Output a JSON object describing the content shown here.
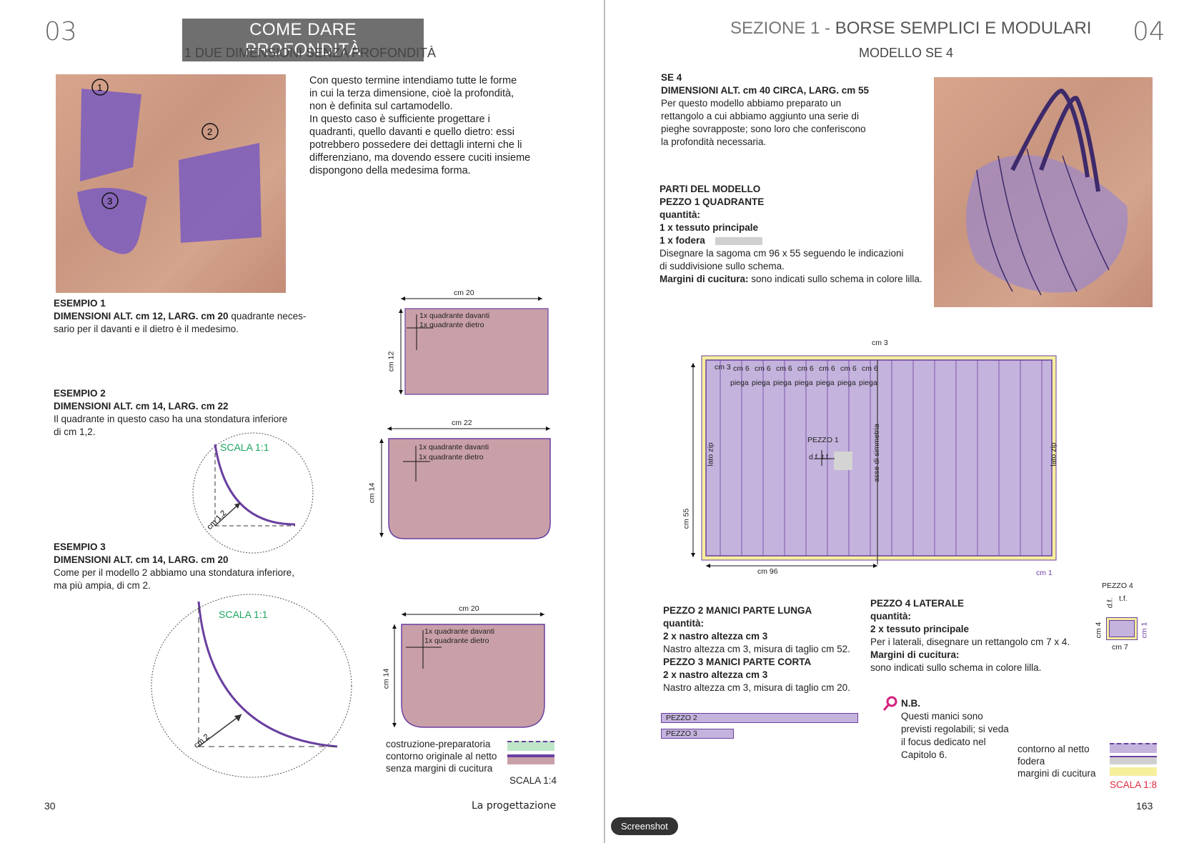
{
  "left": {
    "page_top_number": "03",
    "section_title": "COME DARE PROFONDITÀ",
    "subtitle": "1 DUE DIMENSIONI SENZA PROFONDITÀ",
    "intro": [
      "Con questo termine intendiamo tutte le forme",
      "in cui la terza dimensione, cioè la profondità,",
      "non è definita sul cartamodello.",
      "In questo caso è sufficiente progettare i",
      "quadranti, quello davanti e quello dietro: essi",
      "potrebbero possedere dei dettagli interni che li",
      "differenziano, ma dovendo essere cuciti insieme",
      "dispongono della medesima forma."
    ],
    "sketch_labels": [
      "1",
      "2",
      "3"
    ],
    "examples": [
      {
        "title": "ESEMPIO 1",
        "dims": "DIMENSIONI ALT. cm 12, LARG. cm 20",
        "text1": " quadrante neces-",
        "text2": "sario per il davanti e il dietro è il medesimo."
      },
      {
        "title": "ESEMPIO 2",
        "dims": "DIMENSIONI ALT. cm 14, LARG. cm 22",
        "text1": "Il quadrante in questo caso ha una stondatura inferiore",
        "text2": "di cm 1,2."
      },
      {
        "title": "ESEMPIO 3",
        "dims": "DIMENSIONI  ALT. cm 14, LARG. cm 20",
        "text1": "Come per il modello 2 abbiamo una stondatura inferiore,",
        "text2": "ma più ampia, di cm 2."
      }
    ],
    "diagrams": [
      {
        "width_label": "cm 20",
        "height_label": "cm 12",
        "l1": "1x quadrante davanti",
        "l2": "1x quadrante dietro"
      },
      {
        "width_label": "cm 22",
        "height_label": "cm 14",
        "l1": "1x quadrante davanti",
        "l2": "1x quadrante dietro"
      },
      {
        "width_label": "cm 20",
        "height_label": "cm 14",
        "l1": "1x quadrante davanti",
        "l2": "1x quadrante dietro"
      }
    ],
    "circles": [
      {
        "scale": "SCALA 1:1",
        "radius_label": "cm 1,2"
      },
      {
        "scale": "SCALA 1:1",
        "radius_label": "cm 2"
      }
    ],
    "legend": [
      "costruzione-preparatoria",
      "contorno originale al netto",
      "senza margini di cucitura"
    ],
    "scale": "SCALA 1:4",
    "page_number": "30",
    "chapter": "La progettazione",
    "colors": {
      "pink_fill": "#c9a0a8",
      "purple": "#6a3fa0",
      "green": "#1aa55f"
    }
  },
  "right": {
    "section_prefix": "SEZIONE 1 - ",
    "section_title": "BORSE SEMPLICI E MODULARI",
    "page_top_number": "04",
    "model_title": "MODELLO SE 4",
    "se_code": "SE 4",
    "se_dims": "DIMENSIONI ALT. cm 40 CIRCA, LARG. cm 55",
    "se_text": [
      "Per questo modello abbiamo preparato un",
      "rettangolo a cui abbiamo aggiunto una serie di",
      "pieghe sovrapposte; sono loro che conferiscono",
      "la profondità necessaria."
    ],
    "parts_title": "PARTI DEL MODELLO",
    "pezzo1_title": "PEZZO 1 QUADRANTE",
    "quantita": "quantità:",
    "pezzo1_q1": "1 x tessuto principale",
    "pezzo1_q2": "1 x fodera",
    "pezzo1_text1": "Disegnare la sagoma cm 96 x 55 seguendo le indicazioni",
    "pezzo1_text2": "di suddivisione sullo schema.",
    "margini_label": "Margini di cucitura:",
    "margini_text": " sono indicati sullo schema in colore lilla.",
    "main_diagram": {
      "top_cm": "cm 3",
      "left_cm": "cm 3",
      "pleat_cm": [
        "cm 6",
        "cm 6",
        "cm 6",
        "cm 6",
        "cm 6",
        "cm 6",
        "cm 6"
      ],
      "pleat_label": [
        "piega",
        "piega",
        "piega",
        "piega",
        "piega",
        "piega",
        "piega"
      ],
      "pezzo": "PEZZO 1",
      "df": "d.f.",
      "tf": "t.f.",
      "symmetry": "asse di simmetria",
      "lato_zip_left": "lato zip",
      "lato_zip_right": "lato zip",
      "height": "cm 55",
      "width": "cm 96",
      "margin": "cm 1"
    },
    "pezzo2_title": "PEZZO 2 MANICI PARTE LUNGA",
    "pezzo2_q": "2 x nastro altezza cm 3",
    "pezzo2_text": "Nastro altezza cm 3, misura di taglio cm 52.",
    "pezzo3_title": "PEZZO 3 MANICI PARTE CORTA",
    "pezzo3_q": "2 x nastro altezza cm 3",
    "pezzo3_text": "Nastro altezza cm 3, misura di taglio cm 20.",
    "pezzo4_title": "PEZZO 4 LATERALE",
    "pezzo4_q": "2 x tessuto principale",
    "pezzo4_text": "Per i laterali, disegnare un rettangolo cm 7 x 4.",
    "pezzo4_margini_text": "sono indicati sullo schema in colore lilla.",
    "strip1": "PEZZO 2",
    "strip2": "PEZZO 3",
    "small": {
      "title": "PEZZO 4",
      "df": "d.f.",
      "tf": "t.f.",
      "h": "cm 4",
      "w": "cm 7",
      "m": "cm 1"
    },
    "nb_title": "N.B.",
    "nb_text": [
      "Questi manici sono",
      "previsti regolabili; si veda",
      "il focus dedicato nel",
      "Capitolo 6."
    ],
    "legend": [
      "contorno al netto",
      "fodera",
      "margini di cucitura"
    ],
    "scale": "SCALA 1:8",
    "page_number": "163",
    "colors": {
      "lilac": "#c4b3dd",
      "purple": "#6a3fa0",
      "yellow": "#f6ef9c",
      "magenta": "#d61f7e",
      "red": "#e0283d"
    }
  },
  "overlay": {
    "screenshot_badge": "Screenshot"
  }
}
